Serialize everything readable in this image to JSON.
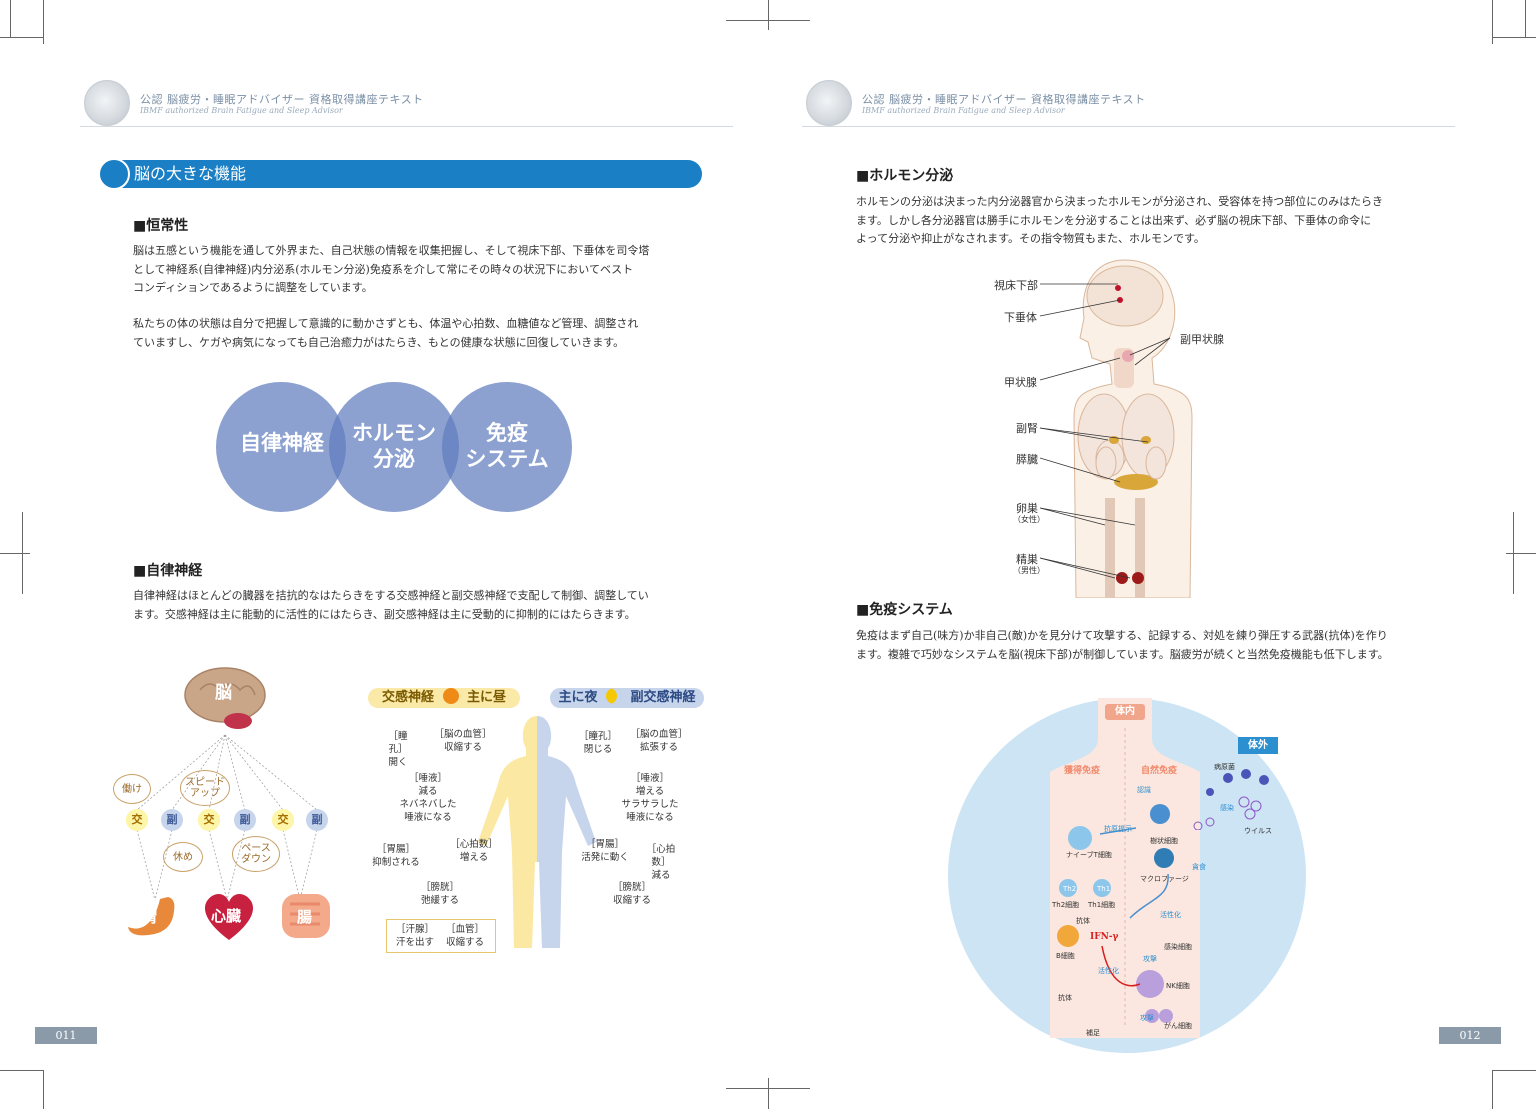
{
  "header": {
    "title": "公認 脳疲労・睡眠アドバイザー 資格取得講座テキスト",
    "subtitle": "IBMF authorized Brain Fatigue and Sleep Advisor"
  },
  "left_page": {
    "section_title": "脳の大きな機能",
    "homeostasis": {
      "heading": "■恒常性",
      "para1": "脳は五感という機能を通して外界また、自己状態の情報を収集把握し、そして視床下部、下垂体を司令塔\nとして神経系(自律神経)内分泌系(ホルモン分泌)免疫系を介して常にその時々の状況下においてベスト\nコンディションであるように調整をしています。",
      "para2": "私たちの体の状態は自分で把握して意識的に動かさずとも、体温や心拍数、血糖値など管理、調整され\nていますし、ケガや病気になっても自己治癒力がはたらき、もとの健康な状態に回復していきます。"
    },
    "venn": [
      "自律神経",
      "ホルモン\n分泌",
      "免疫\nシステム"
    ],
    "autonomic": {
      "heading": "■自律神経",
      "para": "自律神経はほとんどの臓器を拮抗的なはたらきをする交感神経と副交感神経で支配して制御、調整してい\nます。交感神経は主に能動的に活性的にはたらき、副交感神経は主に受動的に抑制的にはたらきます。"
    },
    "nerve_diagram": {
      "brain_label": "脳",
      "bubbles": [
        "働け",
        "スピード\nアップ",
        "休め",
        "ペース\nダウン"
      ],
      "nodes": [
        "交",
        "副",
        "交",
        "副",
        "交",
        "副"
      ],
      "organs": [
        "胃",
        "心臓",
        "腸"
      ]
    },
    "body_diagram": {
      "sympathetic": "交感神経",
      "day": "主に昼",
      "night": "主に夜",
      "parasympathetic": "副交感神経",
      "left_items": [
        {
          "label": "［瞳孔］\n開く"
        },
        {
          "label": "［脳の血管］\n収縮する"
        },
        {
          "label": "［唾液］\n減る\nネバネバした\n唾液になる"
        },
        {
          "label": "［胃腸］\n抑制される"
        },
        {
          "label": "［心拍数］\n増える"
        },
        {
          "label": "［膀胱］\n弛緩する"
        },
        {
          "label": "［汗腺］\n汗を出す"
        },
        {
          "label": "［血管］\n収縮する"
        }
      ],
      "right_items": [
        {
          "label": "［瞳孔］\n閉じる"
        },
        {
          "label": "［脳の血管］\n拡張する"
        },
        {
          "label": "［唾液］\n増える\nサラサラした\n唾液になる"
        },
        {
          "label": "［胃腸］\n活発に動く"
        },
        {
          "label": "［心拍数］\n減る"
        },
        {
          "label": "［膀胱］\n収縮する"
        }
      ]
    },
    "page_number": "011"
  },
  "right_page": {
    "hormone": {
      "heading": "■ホルモン分泌",
      "para": "ホルモンの分泌は決まった内分泌器官から決まったホルモンが分泌され、受容体を持つ部位にのみはたらき\nます。しかし各分泌器官は勝手にホルモンを分泌することは出来ず、必ず脳の視床下部、下垂体の命令に\nよって分泌や抑止がなされます。その指令物質もまた、ホルモンです。",
      "labels": {
        "hypothalamus": "視床下部",
        "pituitary": "下垂体",
        "parathyroid": "副甲状腺",
        "thyroid": "甲状腺",
        "adrenal": "副腎",
        "pancreas": "膵臓",
        "ovary": "卵巣",
        "ovary_note": "（女性）",
        "testis": "精巣",
        "testis_note": "（男性）"
      }
    },
    "immune": {
      "heading": "■免疫システム",
      "para": "免疫はまず自己(味方)か非自己(敵)かを見分けて攻撃する、記録する、対処を練り弾圧する武器(抗体)を作り\nます。複雑で巧妙なシステムを脳(視床下部)が制御しています。脳疲労が続くと当然免疫機能も低下します。",
      "diagram": {
        "inside": "体内",
        "outside": "体外",
        "acquired": "獲得免疫",
        "innate": "自然免疫",
        "pathogen": "病原菌",
        "infection": "感染",
        "virus": "ウイルス",
        "recognition": "認識",
        "antigen": "抗原提示",
        "dendritic": "樹状細胞",
        "naive_t": "ナイーブT細胞",
        "phagocytosis": "貪食",
        "macrophage": "マクロファージ",
        "th2": "Th2細胞",
        "th1": "Th1細胞",
        "th2_short": "Th2",
        "th1_short": "Th1",
        "activation": "活性化",
        "antibody": "抗体",
        "b_cell": "B細胞",
        "ifn": "IFN-γ",
        "infected_cell": "感染細胞",
        "attack": "攻撃",
        "nk": "NK細胞",
        "activation2": "活性化",
        "antibody2": "抗体",
        "attack2": "攻撃",
        "cancer": "がん細胞",
        "complement": "補足"
      }
    },
    "page_number": "012"
  },
  "colors": {
    "section_blue": "#1a7fc4",
    "venn_blue": "#5f7dbe",
    "sympathetic_yellow": "#fbe9a8",
    "parasympathetic_blue": "#c6d4ec",
    "immune_bg": "#cde4f4"
  }
}
